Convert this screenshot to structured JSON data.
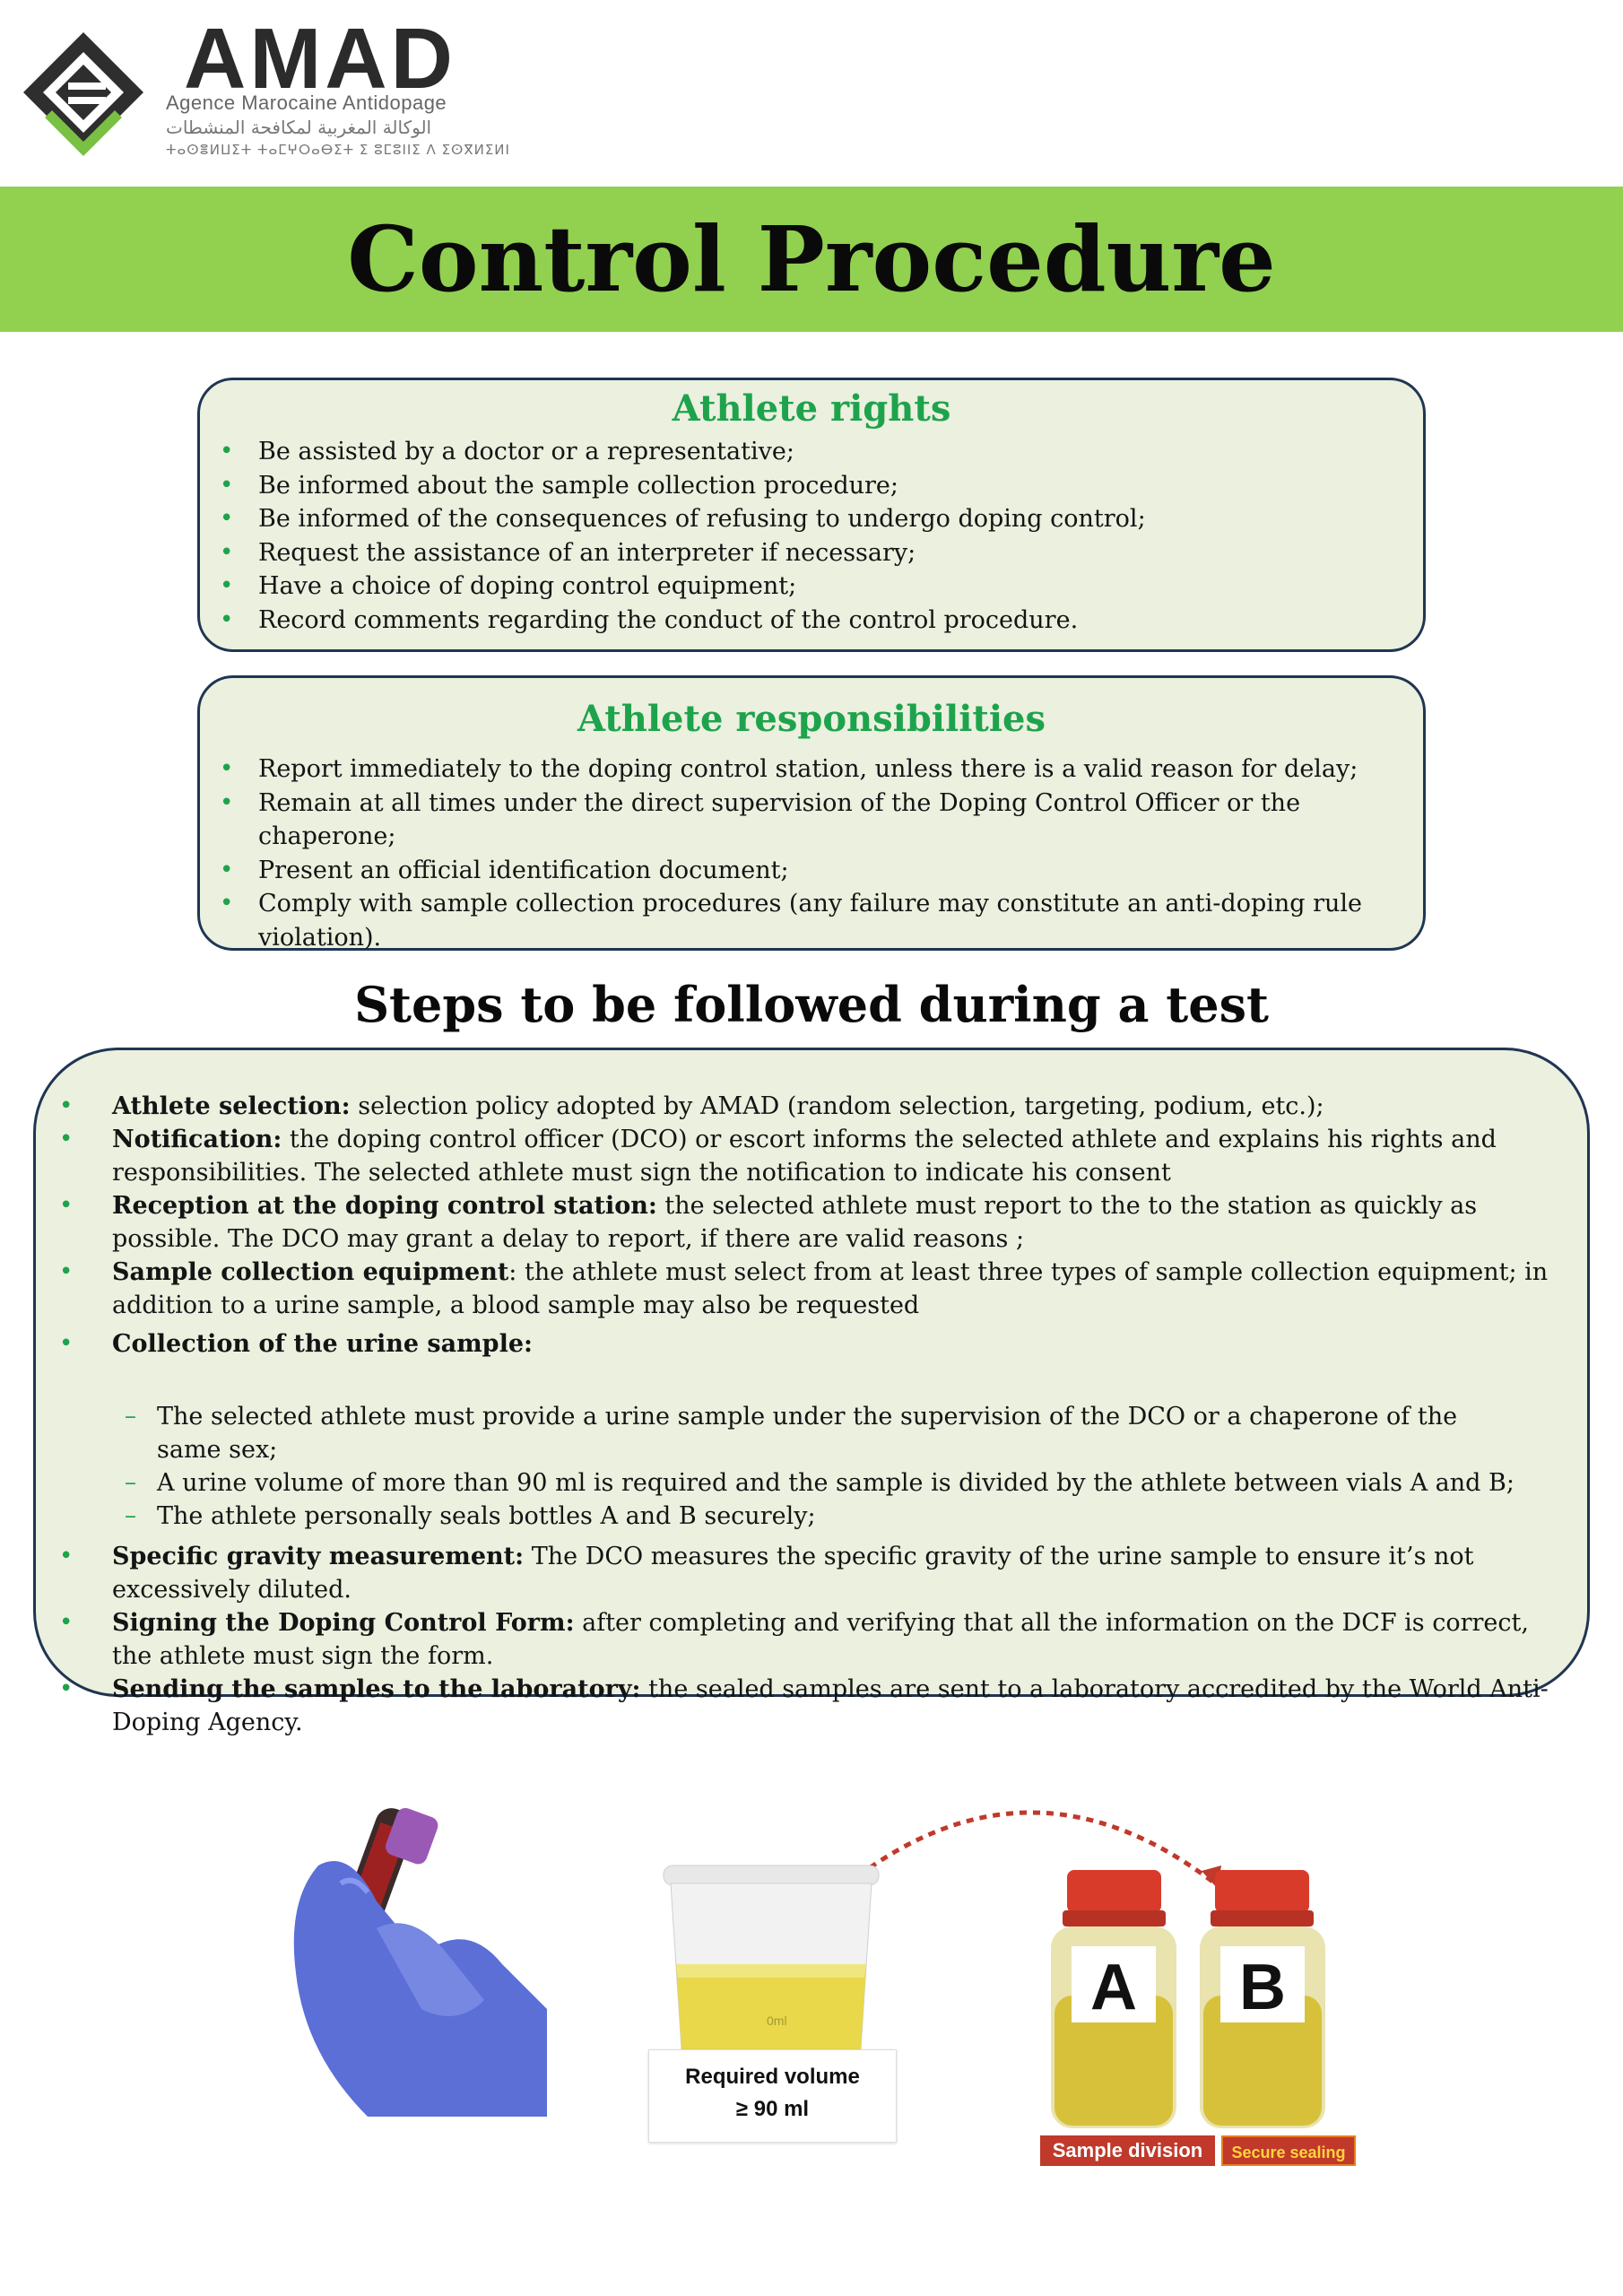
{
  "logo": {
    "word": "AMAD",
    "subtitle": "Agence Marocaine Antidopage",
    "arabic": "الوكالة المغربية لمكافحة المنشطات",
    "tifinagh": "ⵜⴰⵙⴻⵍⵡⵉⵜ ⵜⴰⵎⵖⵔⴰⴱⵉⵜ ⵉ ⵓⵎⵓⵏⵏⵉ ⴷ ⵉⵙⴳⵍⵉⵍⵏ"
  },
  "title": "Control Procedure",
  "rights": {
    "heading": "Athlete rights",
    "items": [
      "Be assisted by a doctor or a representative;",
      "Be informed about the sample collection procedure;",
      "Be informed of the consequences of refusing to undergo doping control;",
      "Request the assistance of an interpreter if necessary;",
      "Have a choice of doping control equipment;",
      "Record comments regarding the conduct of the control procedure."
    ]
  },
  "responsibilities": {
    "heading": "Athlete responsibilities",
    "items": [
      "Report immediately to the doping  control station, unless there is a valid reason for delay;",
      "Remain at all times under the direct supervision of the Doping Control Officer or the chaperone;",
      "Present an official identification document;",
      "Comply with sample collection procedures (any failure may constitute an anti-doping rule violation)."
    ]
  },
  "steps": {
    "heading": "Steps to be followed during a test",
    "items": [
      {
        "term": "Athlete selection:",
        "text": " selection policy adopted by AMAD (random selection, targeting, podium, etc.);"
      },
      {
        "term": "Notification:",
        "text": " the doping control officer (DCO) or escort informs the selected athlete and explains his rights and responsibilities. The selected athlete must sign the notification to indicate his consent"
      },
      {
        "term": "Reception at the doping control station:",
        "text": " the selected athlete must report to the to the station as quickly as possible. The DCO may grant a delay to report, if there are valid reasons ;"
      },
      {
        "term": "Sample collection equipment",
        "text": ": the athlete must select from at least three types of sample collection equipment; in addition to a urine sample, a blood sample may also be requested"
      },
      {
        "term": "Collection of the urine sample:",
        "text": ""
      },
      {
        "term": "Specific gravity measurement:",
        "text": " The DCO measures the specific gravity of the urine sample to ensure it’s not excessively diluted."
      },
      {
        "term": "Signing the Doping Control Form:",
        "text": " after completing and verifying that all the information on the DCF is correct, the athlete must sign the form."
      },
      {
        "term": "Sending the samples to the laboratory:",
        "text": " the sealed samples are sent to a laboratory accredited by the World Anti-Doping Agency."
      }
    ],
    "urine_subitems": [
      "The selected athlete must provide a urine sample under the supervision of the DCO or a chaperone of the same sex;",
      "A urine volume of more than 90 ml is required and the sample is divided by the athlete between vials A and B;",
      "The athlete personally seals bottles A and B securely;"
    ]
  },
  "illustration": {
    "required_volume_line1": "Required volume",
    "required_volume_line2": "≥  90 ml",
    "cup_mark": "0ml",
    "bottle_a": "A",
    "bottle_b": "B",
    "sample_division": "Sample division",
    "secure_sealing": "Secure sealing"
  },
  "colors": {
    "brand_green": "#92d050",
    "heading_green": "#1ea34c",
    "box_fill": "#ebf0df",
    "box_border": "#1f3552"
  }
}
